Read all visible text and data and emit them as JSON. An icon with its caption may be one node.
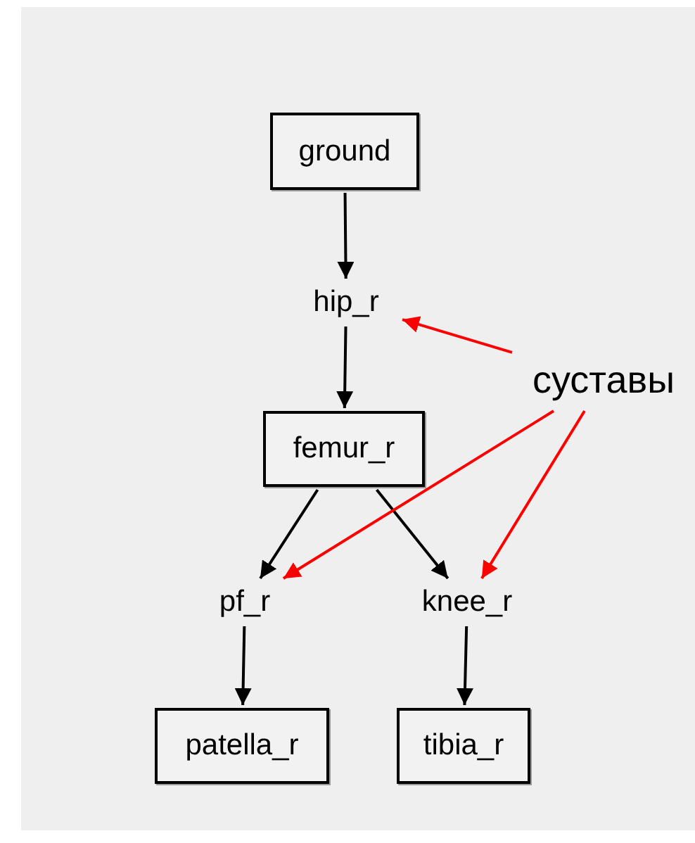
{
  "diagram": {
    "nodes": [
      {
        "text": [
          "ground"
        ]
      },
      {
        "text": [
          "hip_r"
        ]
      },
      {
        "text": [
          "femur_r"
        ]
      },
      {
        "text": [
          "pf_r"
        ]
      },
      {
        "text": [
          "knee_r"
        ]
      },
      {
        "text": [
          "patella_r"
        ]
      },
      {
        "text": [
          "tibia_r"
        ]
      },
      {
        "text": [
          "суставы"
        ]
      }
    ],
    "edges": [
      {
        "from": 0,
        "to": 1,
        "arrow": "to"
      },
      {
        "from": 1,
        "to": 2,
        "arrow": "to"
      },
      {
        "from": 2,
        "to": 3,
        "arrow": "to"
      },
      {
        "from": 2,
        "to": 4,
        "arrow": "to"
      },
      {
        "from": 3,
        "to": 5,
        "arrow": "to"
      },
      {
        "from": 4,
        "to": 6,
        "arrow": "to"
      },
      {
        "from": 7,
        "to": 1,
        "arrow": "to",
        "color": "#ff0000"
      },
      {
        "from": 7,
        "to": 3,
        "arrow": "to",
        "color": "#ff0000"
      },
      {
        "from": 7,
        "to": 4,
        "arrow": "to",
        "color": "#ff0000"
      }
    ]
  }
}
